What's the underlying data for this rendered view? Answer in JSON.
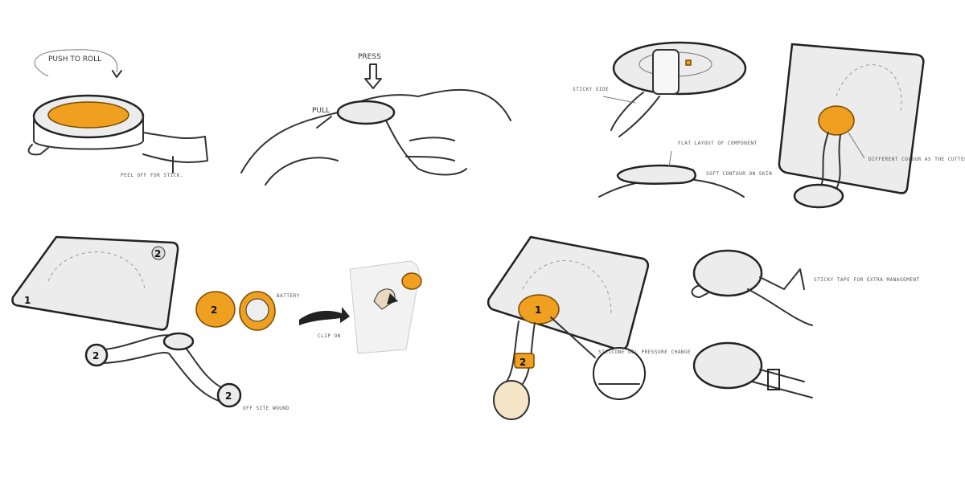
{
  "annotations": {
    "push_to_roll": "PUSH TO ROLL",
    "press": "PRESS",
    "pull": "PULL",
    "peel_off": "PEEL OFF FOR STICK.",
    "sticky_side": "STICKY SIDE",
    "flat_layout": "FLAT LAYOUT OF COMPONENT",
    "soft_contour": "SOFT CONTOUR ON SKIN",
    "different_color": "DIFFERENT COLOUR AS THE CUTTED PART",
    "battery": "BATTERY",
    "clip_on": "CLIP ON",
    "off_site_wound": "OFF SITE WOUND",
    "sticky_tape": "STICKY TAPE FOR EXTRA MANAGEMENT",
    "silicone_gel": "SILICONE GEL PRESSURE CHANGE"
  },
  "markers": {
    "one": "1",
    "two": "2"
  },
  "colors": {
    "accent": "#f0a020",
    "line": "#333333",
    "pad": "#ececec"
  }
}
